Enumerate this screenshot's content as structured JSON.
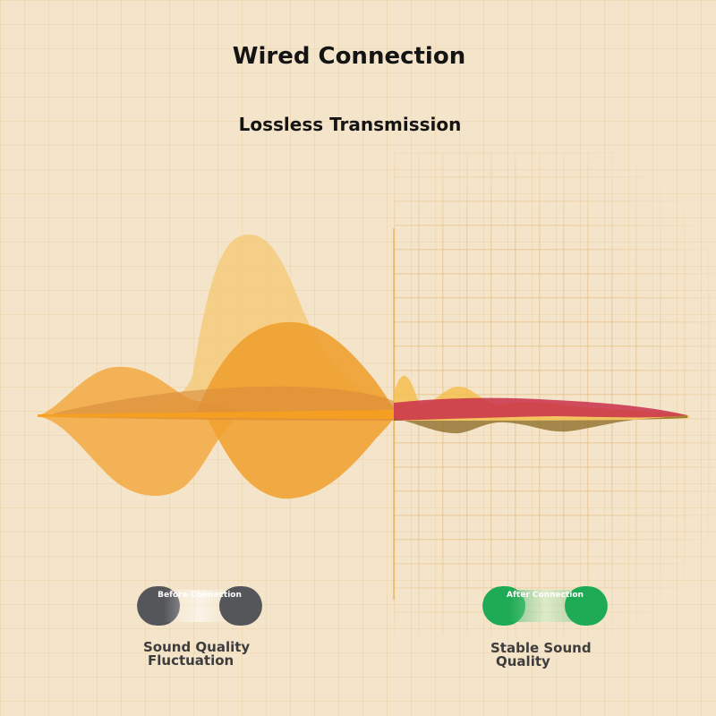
{
  "header": {
    "title": "Wired Connection",
    "subtitle": "Lossless Transmission"
  },
  "before": {
    "badge": "Before Connection",
    "caption_line1": "Sound Quality",
    "caption_line2": "Fluctuation",
    "color": "#55565a"
  },
  "after": {
    "badge": "After Connection",
    "caption_line1": "Stable Sound",
    "caption_line2": "Quality",
    "color": "#1fab55"
  },
  "colors": {
    "background": "#f4e4c9",
    "wave_orange": "#f0a030",
    "wave_light": "#f5c870",
    "wave_red": "#c8304a"
  }
}
